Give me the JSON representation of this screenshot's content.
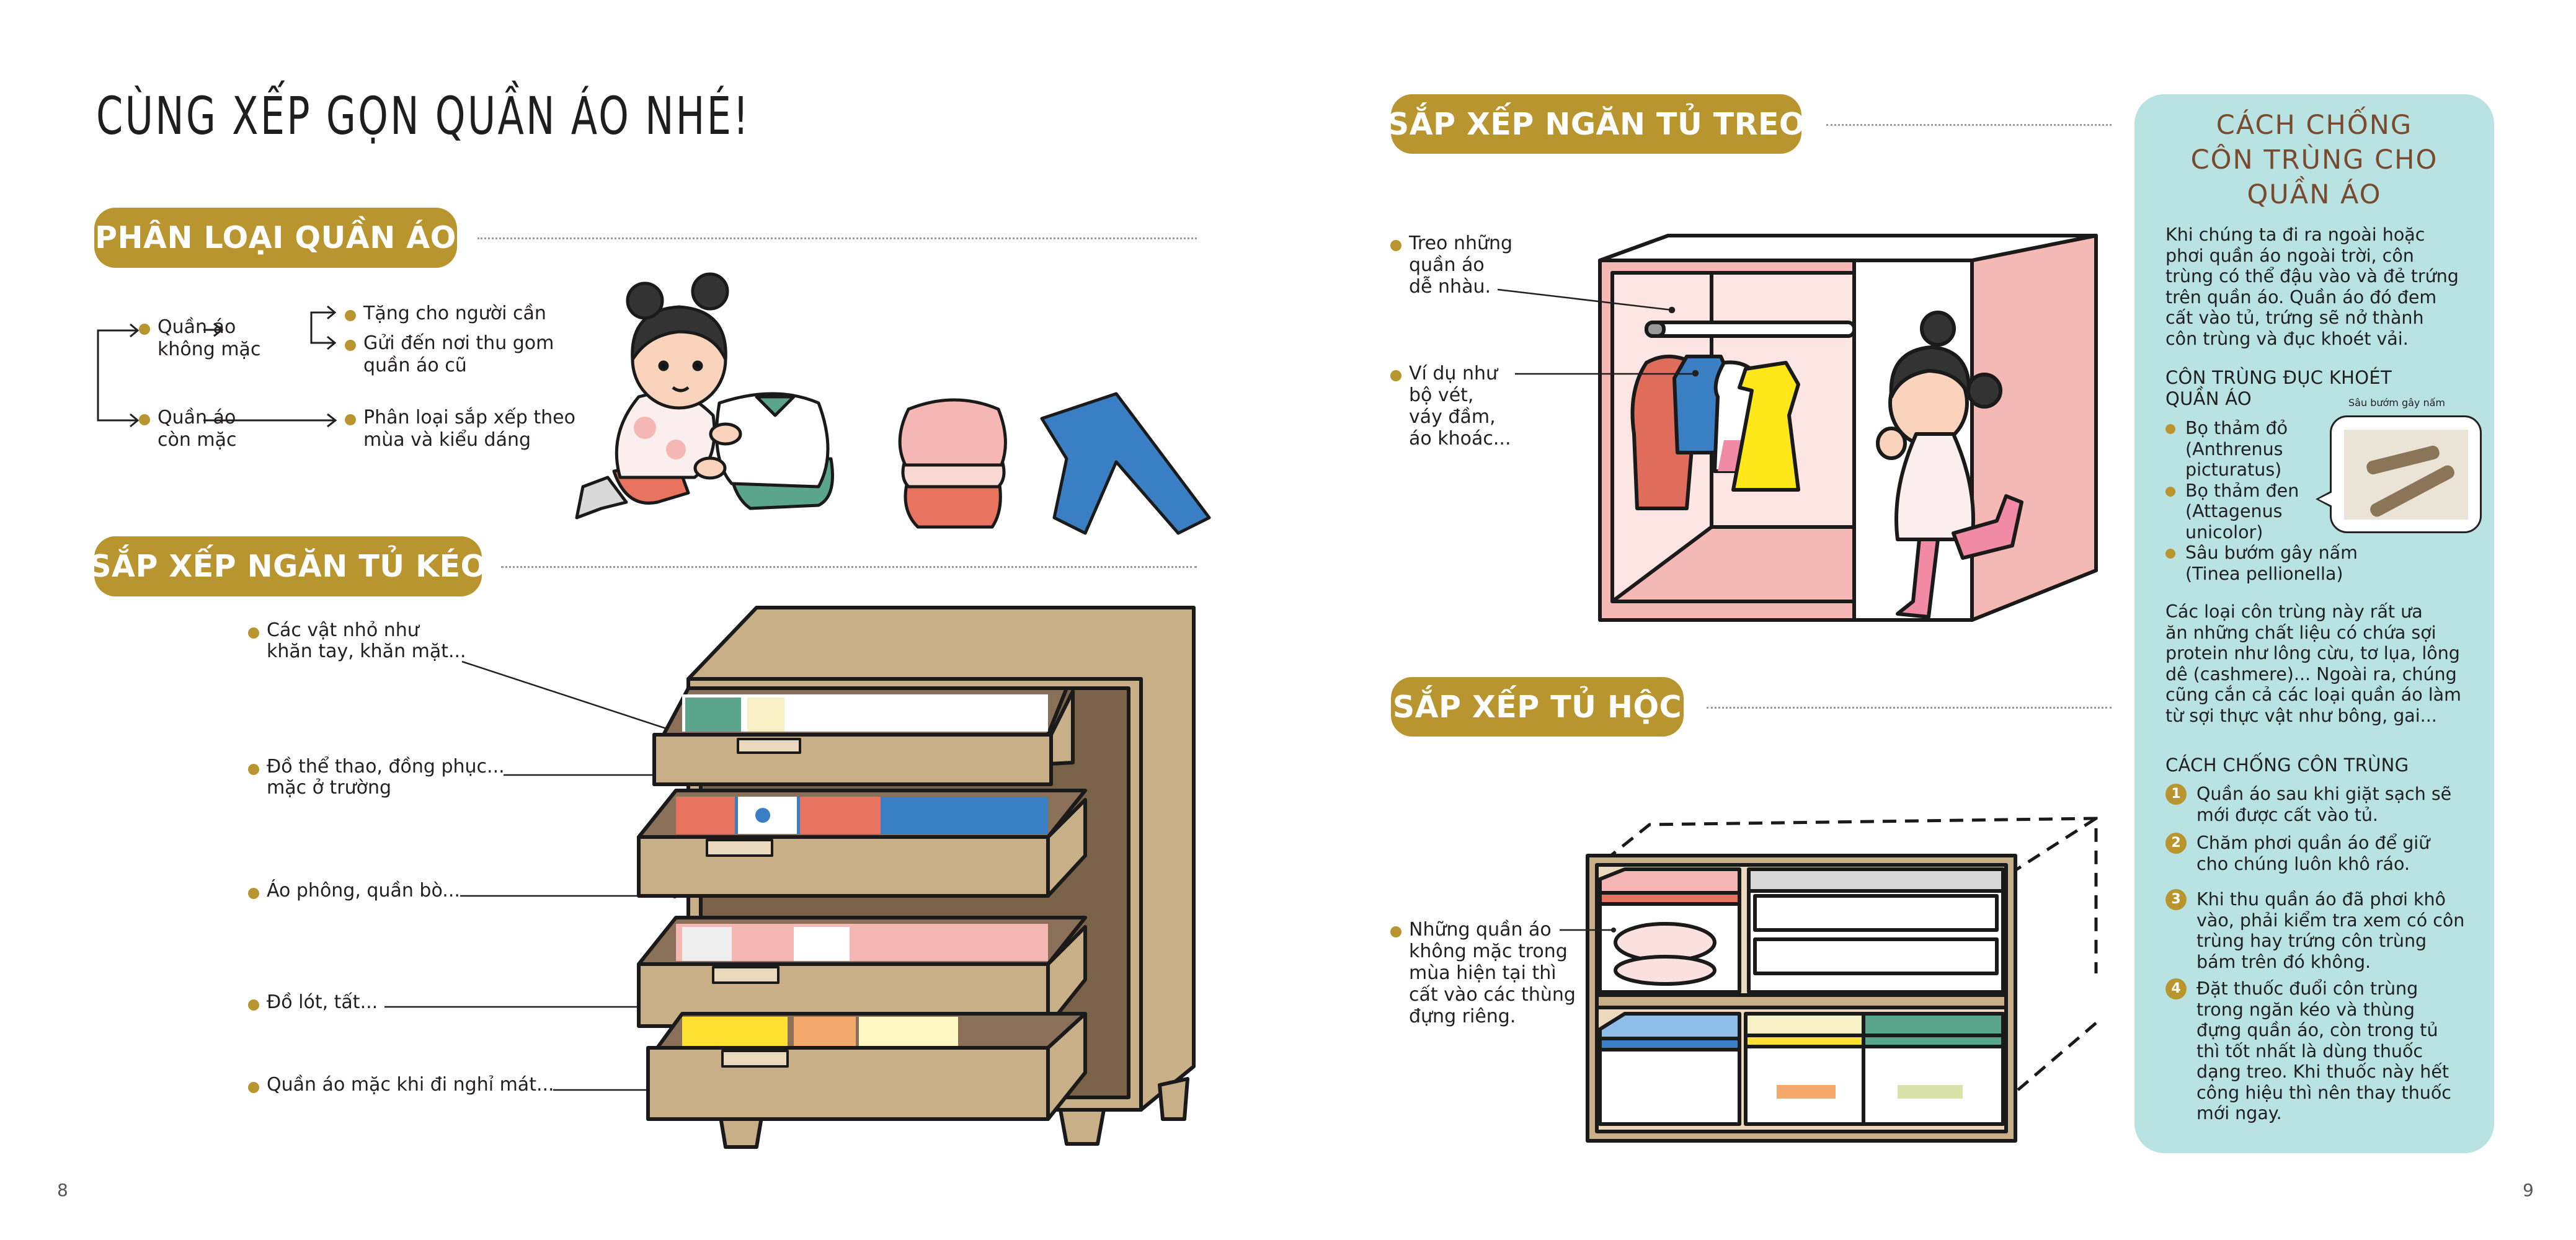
{
  "left_page": {
    "title": "CÙNG XẾP GỌN QUẦN ÁO NHÉ!",
    "page_number": "8",
    "section_sort": {
      "heading": "PHÂN LOẠI QUẦN ÁO",
      "branches": [
        {
          "label_line1": "Quần áo",
          "label_line2": "không mặc",
          "outcomes": [
            {
              "line1": "Tặng cho người cần",
              "line2": ""
            },
            {
              "line1": "Gửi đến nơi thu gom",
              "line2": "quần áo cũ"
            }
          ]
        },
        {
          "label_line1": "Quần áo",
          "label_line2": "còn mặc",
          "outcomes": [
            {
              "line1": "Phân loại sắp xếp theo",
              "line2": "mùa và kiểu dáng"
            }
          ]
        }
      ]
    },
    "section_drawers": {
      "heading": "SẮP XẾP NGĂN TỦ KÉO",
      "labels": [
        {
          "line1": "Các vật nhỏ như",
          "line2": "khăn tay, khăn mặt..."
        },
        {
          "line1": "Đồ thể thao, đồng phục...",
          "line2": "mặc ở trường"
        },
        {
          "line1": "Áo phông, quần bò...",
          "line2": ""
        },
        {
          "line1": "Đồ lót, tất...",
          "line2": ""
        },
        {
          "line1": "Quần áo mặc khi đi nghỉ mát...",
          "line2": ""
        }
      ]
    }
  },
  "right_page": {
    "page_number": "9",
    "section_wardrobe": {
      "heading": "SẮP XẾP NGĂN TỦ TREO",
      "labels": [
        {
          "lines": [
            "Treo những",
            "quần áo",
            "dễ nhàu."
          ]
        },
        {
          "lines": [
            "Ví dụ như",
            "bộ vét,",
            "váy đầm,",
            "áo khoác..."
          ]
        }
      ]
    },
    "section_cubby": {
      "heading": "SẮP XẾP TỦ HỘC",
      "label": {
        "lines": [
          "Những quần áo",
          "không mặc trong",
          "mùa hiện tại thì",
          "cất vào các thùng",
          "đựng riêng."
        ]
      }
    },
    "sidebar": {
      "title_lines": [
        "CÁCH CHỐNG",
        "CÔN TRÙNG CHO",
        "QUẦN ÁO"
      ],
      "intro_lines": [
        "Khi chúng ta đi ra ngoài hoặc",
        "phơi quần áo ngoài trời, côn",
        "trùng có thể đậu vào và đẻ trứng",
        "trên quần áo. Quần áo đó đem",
        "cất vào tủ, trứng sẽ nở thành",
        "côn trùng và đục khoét vải."
      ],
      "pests_heading_lines": [
        "CÔN TRÙNG ĐỤC KHOÉT",
        "QUẦN ÁO"
      ],
      "photo_caption": "Sâu bướm gây nấm",
      "pests": [
        {
          "lines": [
            "Bọ thảm đỏ",
            "(Anthrenus",
            "picturatus)"
          ]
        },
        {
          "lines": [
            "Bọ thảm đen",
            "(Attagenus",
            "unicolor)"
          ]
        },
        {
          "lines": [
            "Sâu bướm gây nấm",
            "(Tinea pellionella)"
          ]
        }
      ],
      "diet_lines": [
        "Các loại côn trùng này rất ưa",
        "ăn những chất liệu có chứa sợi",
        "protein như lông cừu, tơ lụa, lông",
        "dê (cashmere)... Ngoài ra, chúng",
        "cũng cắn cả các loại quần áo làm",
        "từ sợi thực vật như bông, gai..."
      ],
      "prevention_heading": "CÁCH CHỐNG CÔN TRÙNG",
      "steps": [
        {
          "num": "1",
          "lines": [
            "Quần áo sau khi giặt sạch sẽ",
            "mới được cất vào tủ."
          ]
        },
        {
          "num": "2",
          "lines": [
            "Chăm phơi quần áo để giữ",
            "cho chúng luôn khô ráo."
          ]
        },
        {
          "num": "3",
          "lines": [
            "Khi thu quần áo đã phơi khô",
            "vào, phải kiểm tra xem có côn",
            "trùng hay trứng côn trùng",
            "bám trên đó không."
          ]
        },
        {
          "num": "4",
          "lines": [
            "Đặt thuốc đuổi côn trùng",
            "trong ngăn kéo và thùng",
            "đựng quần áo, còn trong tủ",
            "thì tốt nhất là dùng thuốc",
            "dạng treo. Khi thuốc này hết",
            "công hiệu thì nên thay thuốc",
            "mới ngay."
          ]
        }
      ]
    }
  },
  "colors": {
    "accent_gold": "#B8952F",
    "sidebar_bg": "#B9E2E3",
    "sidebar_title": "#7A4A2E",
    "dresser_wood": "#C9AF88",
    "wardrobe_pink": "#F4B9B5",
    "text": "#231F20"
  }
}
